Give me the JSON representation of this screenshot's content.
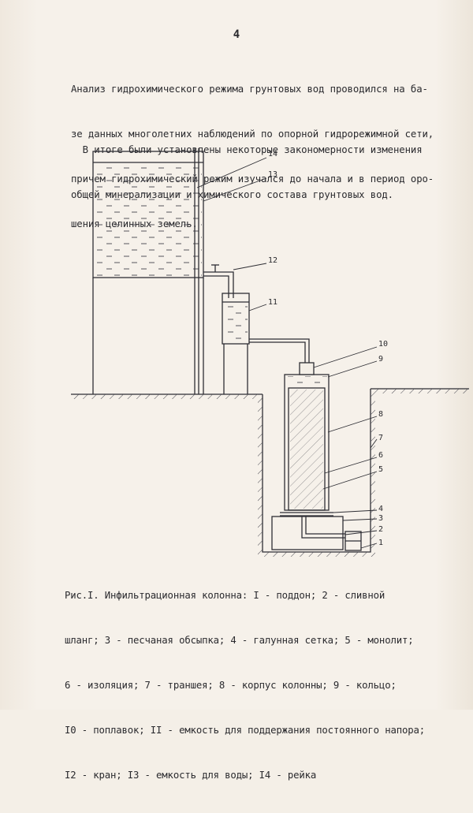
{
  "page_number": "4",
  "paragraph1": [
    "Анализ гидрохимического режима грунтовых вод проводился на ба-",
    "зе данных многолетних наблюдений по опорной гидрорежимной сети,",
    "причем гидрохимический режим изучался до начала и в период оро-",
    "шения целинных земель."
  ],
  "paragraph2": [
    "  В итоге были установлены некоторые закономерности изменения",
    "общей минерализации и химического состава грунтовых вод."
  ],
  "figure": {
    "callouts": [
      "14",
      "13",
      "12",
      "11",
      "10",
      "9",
      "8",
      "7",
      "6",
      "5",
      "4",
      "3",
      "2",
      "1"
    ]
  },
  "caption": [
    "Рис.I. Инфильтрационная колонна: I - поддон; 2 - сливной",
    "шланг; 3 - песчаная обсыпка; 4 - галунная сетка; 5 - монолит;",
    "6 - изоляция; 7 - траншея; 8 - корпус колонны; 9 - кольцо;",
    "I0 - поплавок; II - емкость для поддержания постоянного напора;",
    "I2 - кран; I3 - емкость для воды; I4 - рейка"
  ]
}
